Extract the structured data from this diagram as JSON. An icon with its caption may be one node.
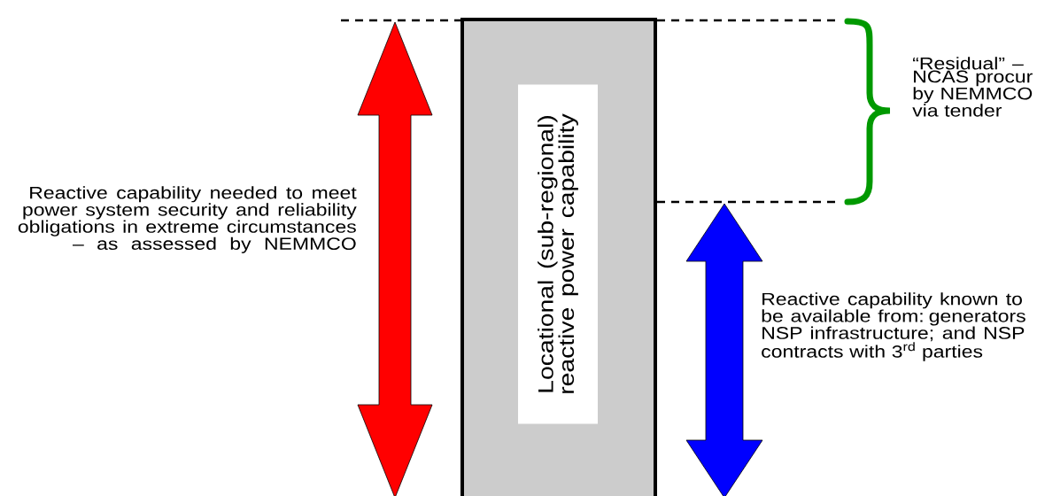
{
  "diagram": {
    "nodes": [
      {
        "text": [
          "Locational (sub-regional) reactive power capability"
        ]
      }
    ],
    "labels": [
      "Reactive capability needed to meet power system security and reliability obligations in extreme circumstances – as assessed by NEMMCO",
      "“Residual” – NCAS procur by NEMMCO via tender",
      "Reactive capability known to be available from: generators NSP infrastructure; and NSP contracts with 3$^{rd}$ parties"
    ]
  }
}
